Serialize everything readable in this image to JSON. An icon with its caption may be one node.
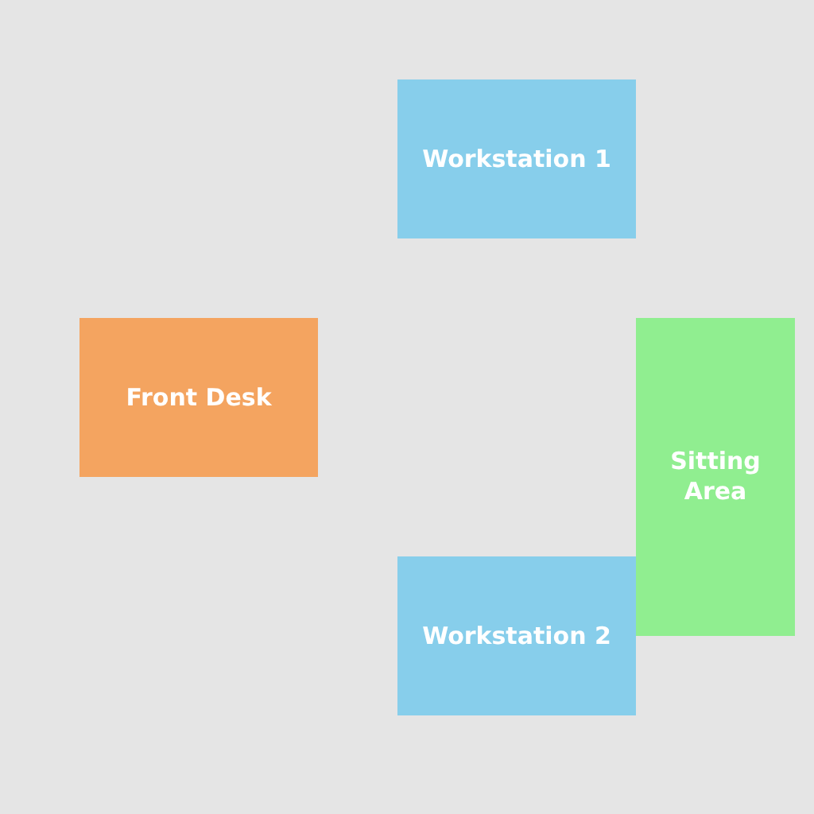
{
  "diagram": {
    "nodes": [
      {
        "text": [
          "Workstation 1"
        ]
      },
      {
        "text": [
          "Front Desk"
        ]
      },
      {
        "text": [
          "Sitting Area"
        ]
      },
      {
        "text": [
          "Workstation 2"
        ]
      }
    ]
  }
}
